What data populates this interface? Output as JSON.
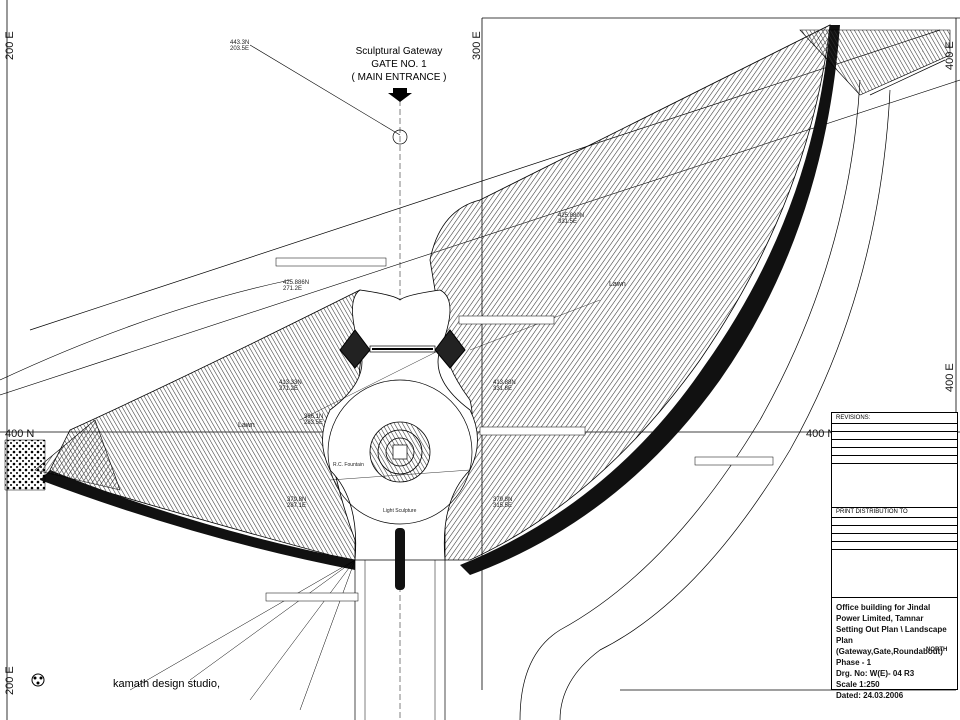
{
  "gateway": {
    "line1": "Sculptural Gateway",
    "line2": "GATE NO. 1",
    "line3": "( MAIN ENTRANCE )"
  },
  "grid": {
    "e200_top": "200 E",
    "e300_top": "300 E",
    "e400_right_top": "400 E",
    "e400_right_mid": "400 E",
    "e200_bottom": "200 E",
    "n400_left": "400 N",
    "n400_right": "400 N"
  },
  "coords": {
    "c1_n": "443.3N",
    "c1_e": "203.5E",
    "c2_n": "425.886N",
    "c2_e": "271.2E",
    "c3_n": "425.880N",
    "c3_e": "331.5E",
    "c4_n": "413.33N",
    "c4_e": "271.2E",
    "c5_n": "413.88N",
    "c5_e": "331.8E",
    "c6_n": "396.1N",
    "c6_e": "283.5E",
    "c7_n": "379.8N",
    "c7_e": "287.1E",
    "c8_n": "379.8N",
    "c8_e": "315.5E"
  },
  "labels": {
    "lawn_left": "Lawn",
    "lawn_right": "Lawn",
    "fountain": "Light Sculpture",
    "round": "R.C. Fountain"
  },
  "revisions": {
    "title": "REVISIONS:"
  },
  "print_distribution": {
    "title": "PRINT DISTRIBUTION TO"
  },
  "title_block": {
    "line1": "Office building for Jindal",
    "line2": "Power  Limited, Tamnar",
    "line3": "Setting Out Plan  \\ Landscape Plan",
    "line4": "(Gateway,Gate,Roundabout)",
    "line5": "Phase - 1",
    "drg_no": "Drg. No: W(E)- 04 R3",
    "scale": "Scale 1:250",
    "dated": "Dated: 24.03.2006",
    "north": "NORTH"
  },
  "firm": "kamath design studio,"
}
